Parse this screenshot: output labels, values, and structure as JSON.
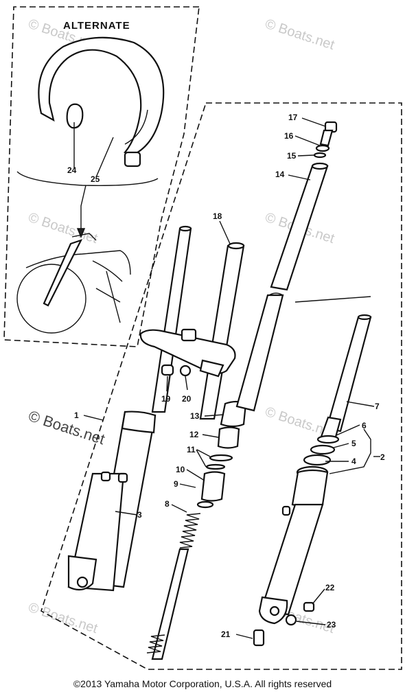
{
  "alternate_label": "ALTERNATE",
  "part_numbers": {
    "p1": "1",
    "p2": "2",
    "p3": "3",
    "p4": "4",
    "p5": "5",
    "p6": "6",
    "p7": "7",
    "p8": "8",
    "p9": "9",
    "p10": "10",
    "p11": "11",
    "p12": "12",
    "p13": "13",
    "p14": "14",
    "p15": "15",
    "p16": "16",
    "p17": "17",
    "p18": "18",
    "p19": "19",
    "p20": "20",
    "p21": "21",
    "p22": "22",
    "p23": "23",
    "p24": "24",
    "p25": "25"
  },
  "watermark": "© Boats.net",
  "copyright": "©2013 Yamaha Motor Corporation, U.S.A. All rights reserved"
}
